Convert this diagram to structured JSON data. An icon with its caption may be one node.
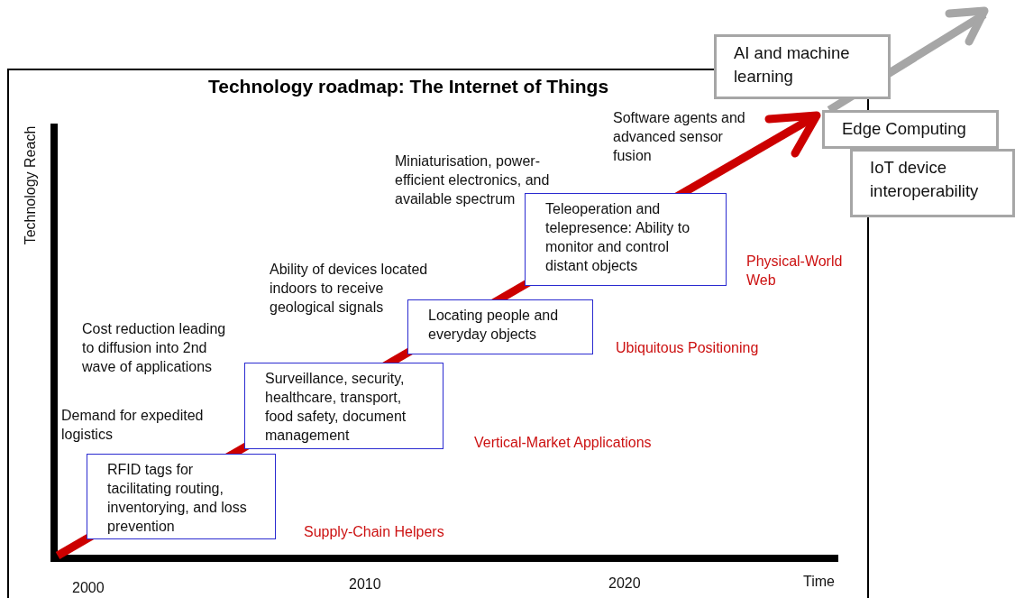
{
  "diagram": {
    "title": "Technology roadmap: The Internet of Things",
    "nodes": [
      {
        "text": [
          "RFID tags for tacilitating routing, inventorying, and loss prevention"
        ]
      },
      {
        "text": [
          "Surveillance, security, healthcare, transport, food safety, document management"
        ]
      },
      {
        "text": [
          "Locating people and everyday objects"
        ]
      },
      {
        "text": [
          "Teleoperation and telepresence: Ability to monitor and control distant objects"
        ]
      },
      {
        "text": [
          "AI and machine learning"
        ]
      },
      {
        "text": [
          "Edge Computing"
        ]
      },
      {
        "text": [
          "IoT device interoperability"
        ]
      }
    ],
    "labels": [
      "Technology Reach",
      "Software agents and advanced sensor fusion",
      "Miniaturisation, power-efficient electronics, and available spectrum",
      "Physical-World Web",
      "Ability of devices located indoors to receive geological signals",
      "Cost reduction leading to diffusion into 2nd wave of applications",
      "Ubiquitous Positioning",
      "Demand for expedited logistics",
      "Vertical-Market Applications",
      "Supply-Chain Helpers",
      "2000",
      "2010",
      "2020",
      "Time"
    ]
  }
}
